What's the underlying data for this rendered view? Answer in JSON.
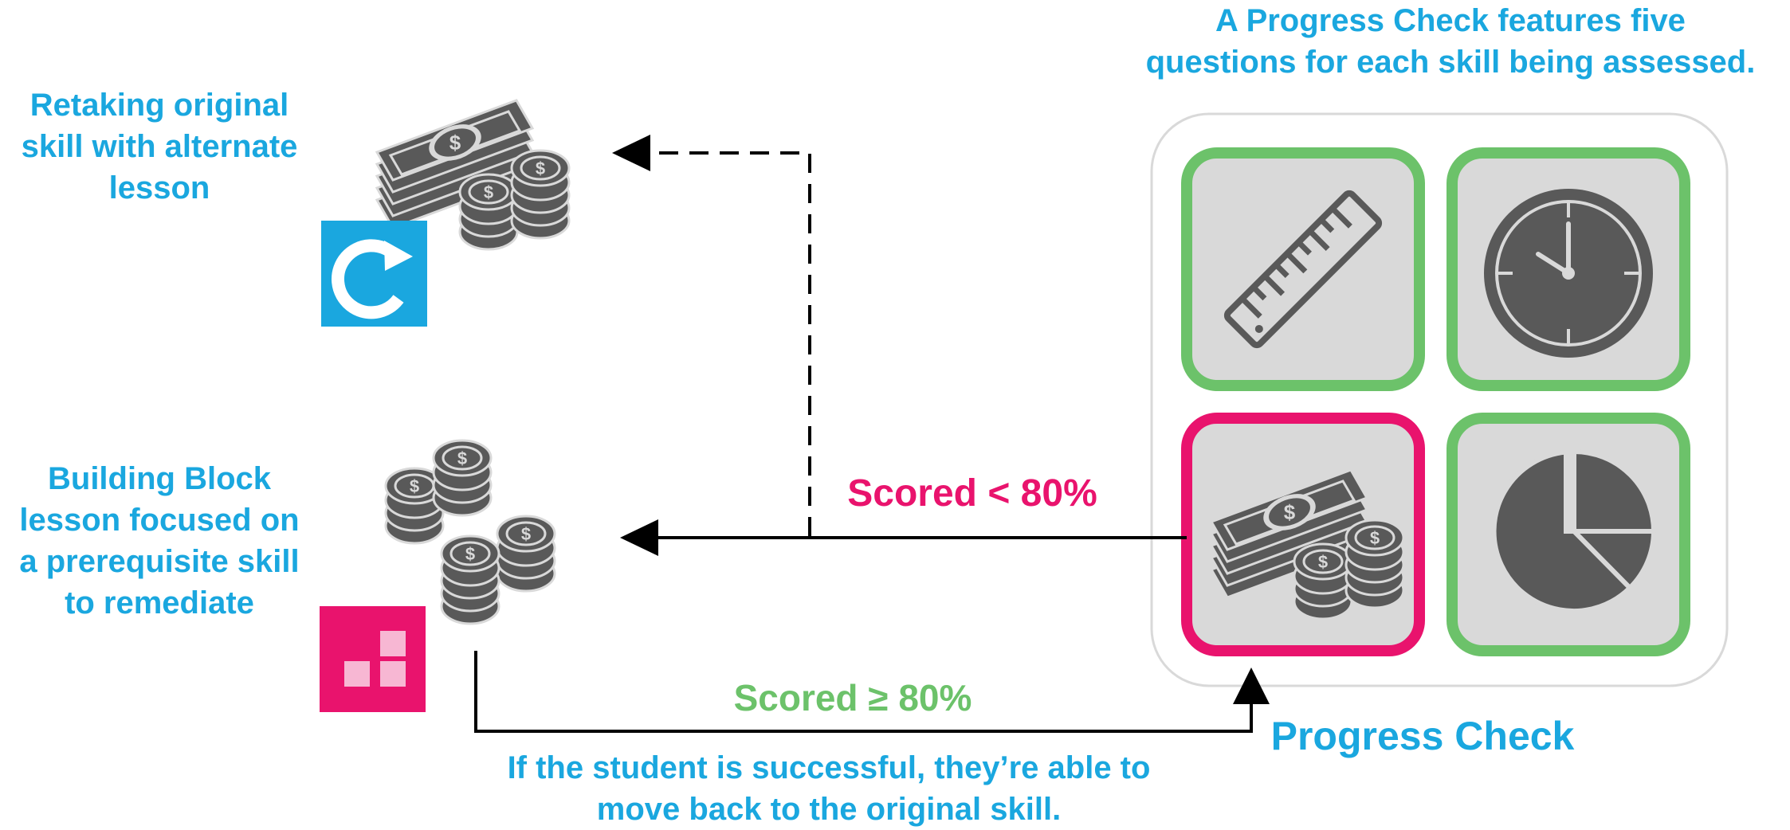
{
  "header_note": {
    "line1": "A Progress Check features five",
    "line2": "questions for each skill being assessed."
  },
  "retake": {
    "line1": "Retaking original",
    "line2": "skill with alternate",
    "line3": "lesson",
    "badge_icon": "refresh-icon",
    "tile_icon": "money-icon"
  },
  "building_block": {
    "line1": "Building Block",
    "line2": "lesson focused on",
    "line3": "a prerequisite skill",
    "line4": "to remediate",
    "badge_icon": "blocks-icon",
    "tile_icon": "coins-icon"
  },
  "progress_check": {
    "title": "Progress Check",
    "skills": [
      {
        "icon": "ruler-icon",
        "status": "passed"
      },
      {
        "icon": "clock-icon",
        "status": "passed"
      },
      {
        "icon": "money-icon",
        "status": "failed"
      },
      {
        "icon": "pie-chart-icon",
        "status": "passed"
      }
    ]
  },
  "arrows": {
    "fail_label": "Scored < 80%",
    "pass_label": "Scored ≥ 80%"
  },
  "footer_note": {
    "line1": "If the student is successful, they’re able to",
    "line2": "move back to the original skill."
  },
  "colors": {
    "blue": "#1AA7DF",
    "pink": "#E9136D",
    "green": "#6CC26A",
    "tile_gray": "#D9D9D9",
    "icon_gray": "#595959"
  }
}
